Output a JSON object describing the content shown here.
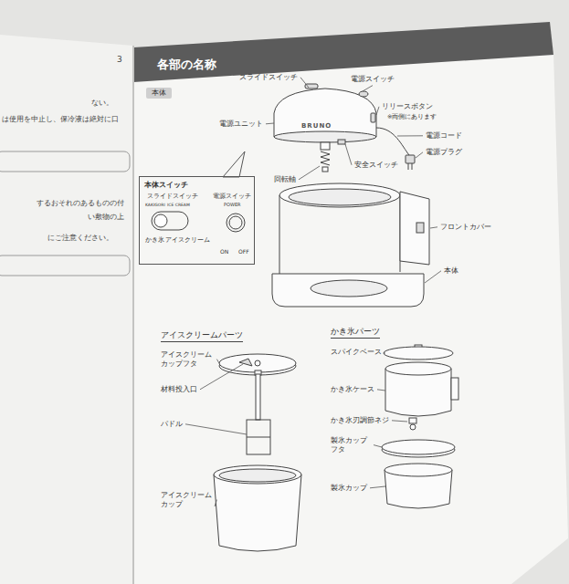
{
  "diagram": {
    "title": "各部の名称",
    "nodes": [
      {
        "text": [
          "本体"
        ]
      },
      {
        "text": [
          "本体スイッチ",
          "スライドスイッチ",
          "KAKIGORI",
          "ICE CREAM",
          "電源スイッチ",
          "POWER",
          "かき氷",
          "アイスクリーム",
          "ON",
          "OFF"
        ]
      }
    ],
    "labels": [
      "3",
      "ない。",
      "は使用を中止し、保冷液は絶対に口",
      "するおそれのあるものの付",
      "い敷物の上",
      "にご注意ください。",
      "スライドスイッチ",
      "電源スイッチ",
      "リリースボタン",
      "※両側にあります",
      "電源ユニット",
      "BRUNO",
      "電源コード",
      "電源プラグ",
      "回転軸",
      "安全スイッチ",
      "フロントカバー",
      "本体",
      "アイスクリームパーツ",
      "アイスクリーム カップフタ",
      "材料投入口",
      "パドル",
      "アイスクリーム カップ",
      "かき氷パーツ",
      "スパイクベース",
      "かき氷ケース",
      "かき氷刃調節ネジ",
      "製氷カップ フタ",
      "製氷カップ"
    ]
  }
}
